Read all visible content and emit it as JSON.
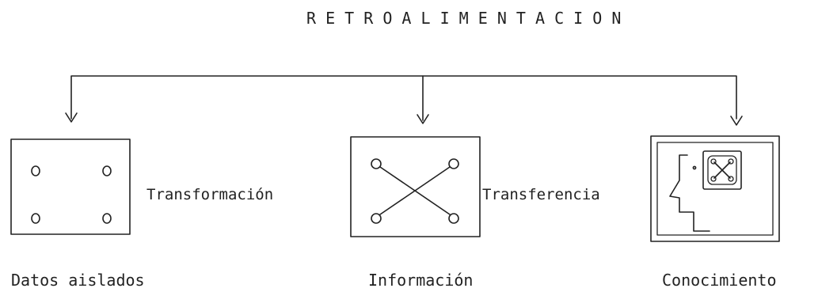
{
  "diagram": {
    "title": "R E T R O A L I M E N T A C I O N",
    "nodes": [
      {
        "id": "datos",
        "label": "Datos aislados"
      },
      {
        "id": "informacion",
        "label": "Información"
      },
      {
        "id": "conocimiento",
        "label": "Conocimiento"
      }
    ],
    "edges": [
      {
        "from": "datos",
        "to": "informacion",
        "label": "Transformación"
      },
      {
        "from": "informacion",
        "to": "conocimiento",
        "label": "Transferencia"
      }
    ],
    "feedback": {
      "targets": [
        "datos",
        "informacion",
        "conocimiento"
      ]
    }
  }
}
